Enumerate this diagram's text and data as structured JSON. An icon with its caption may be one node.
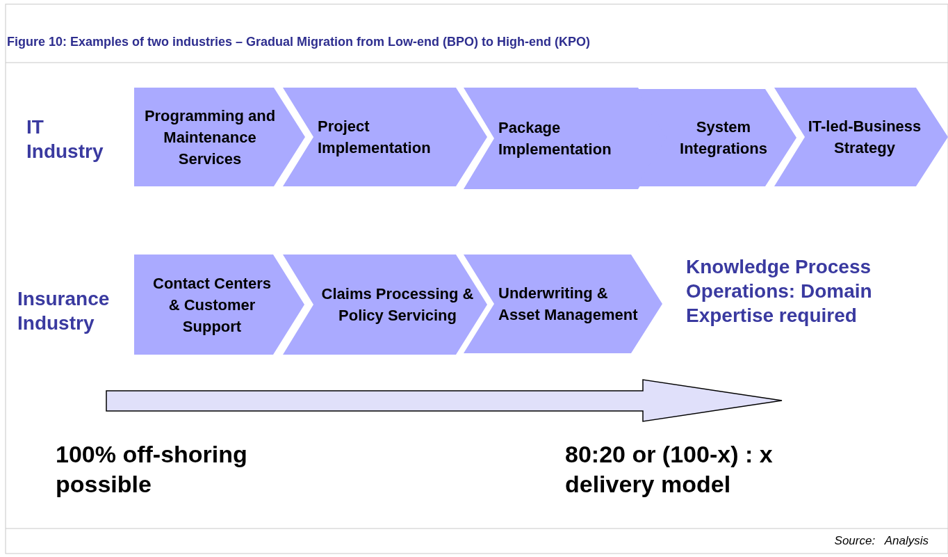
{
  "diagram": {
    "title": "Figure 10: Examples of two industries – Gradual Migration from Low-end (BPO) to High-end (KPO)",
    "caption": "Source:   Analysis",
    "nodes": [
      {
        "text": [
          "Programming and Maintenance Services"
        ]
      },
      {
        "text": [
          "Project Implementation"
        ]
      },
      {
        "text": [
          "Package Implementation"
        ]
      },
      {
        "text": [
          "System Integrations"
        ]
      },
      {
        "text": [
          "IT-led-Business Strategy"
        ]
      },
      {
        "text": [
          "Contact Centers & Customer Support"
        ]
      },
      {
        "text": [
          "Claims Processing & Policy Servicing"
        ]
      },
      {
        "text": [
          "Underwriting & Asset Management"
        ]
      }
    ],
    "edges": [],
    "labels": [
      "IT Industry",
      "Insurance Industry",
      "Knowledge Process Operations: Domain Expertise required",
      "100% off-shoring possible",
      "80:20 or (100-x) : x delivery model"
    ]
  }
}
